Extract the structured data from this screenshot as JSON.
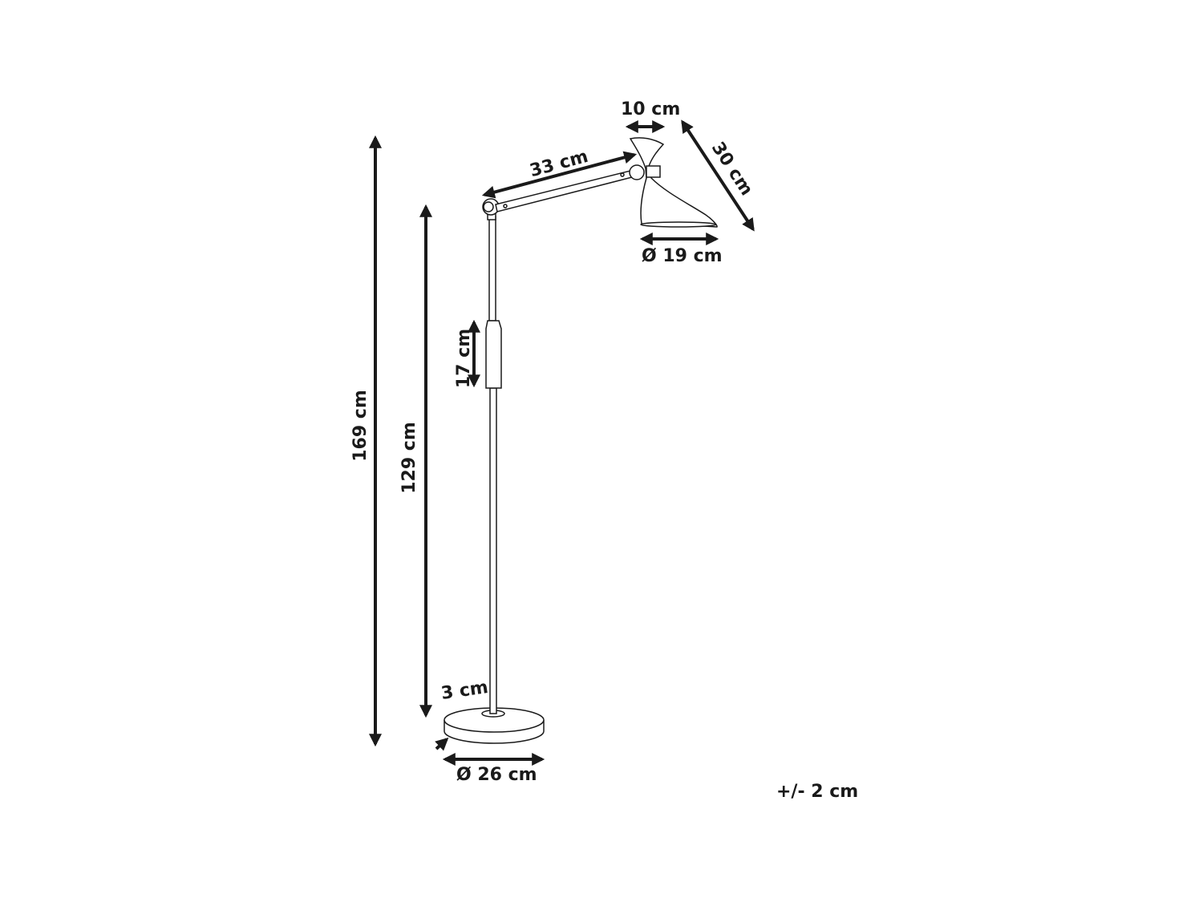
{
  "diagram": {
    "subject": "floor lamp",
    "colors": {
      "line": "#1a1a1a",
      "background": "#ffffff"
    },
    "dimensions": {
      "total_height": "169 cm",
      "pole_height": "129 cm",
      "handle_length": "17 cm",
      "arm_length": "33 cm",
      "shade_neck_width": "10 cm",
      "shade_length": "30 cm",
      "shade_diameter": "Ø 19 cm",
      "base_thickness": "3 cm",
      "base_diameter": "Ø 26 cm"
    },
    "tolerance": "+/- 2 cm"
  }
}
